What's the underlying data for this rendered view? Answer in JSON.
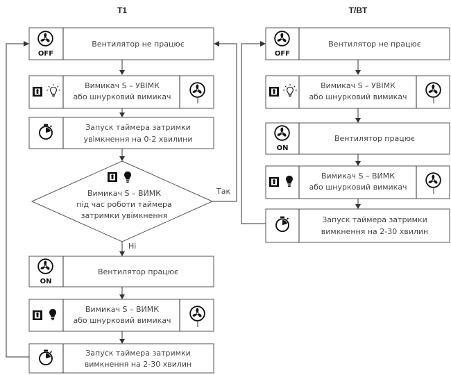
{
  "columns": {
    "left_title": "T1",
    "right_title": "T/BT"
  },
  "left": {
    "b1_text": "Вентилятор не працює",
    "b1_icon": "OFF",
    "b2_line1": "Вимикач S – УВІМК",
    "b2_line2": "або шнурковий вимикач",
    "b3_line1": "Запуск таймера затримки",
    "b3_line2": "увімкнення на 0-2 хвилини",
    "d_line1": "Вимикач S – ВИМК",
    "d_line2": "під час роботи таймера",
    "d_line3": "затримки увімкнення",
    "yes_label": "Так",
    "no_label": "Ні",
    "b4_text": "Вентилятор працює",
    "b4_icon": "ON",
    "b5_line1": "Вимикач S – ВИМК",
    "b5_line2": "або шнурковий вимикач",
    "b6_line1": "Запуск таймера затримки",
    "b6_line2": "вимкнення на 2-30 хвилин"
  },
  "right": {
    "b1_text": "Вентилятор не працює",
    "b1_icon": "OFF",
    "b2_line1": "Вимикач S – УВІМК",
    "b2_line2": "або шнурковий вимикач",
    "b3_text": "Вентилятор працює",
    "b3_icon": "ON",
    "b4_line1": "Вимикач S – ВИМК",
    "b4_line2": "або шнурковий вимикач",
    "b5_line1": "Запуск таймера затримки",
    "b5_line2": "вимкнення на 2-30 хвилин"
  },
  "icons": [
    "fan-icon",
    "switch-icon",
    "lamp-on-icon",
    "lamp-off-icon",
    "timer-icon"
  ]
}
